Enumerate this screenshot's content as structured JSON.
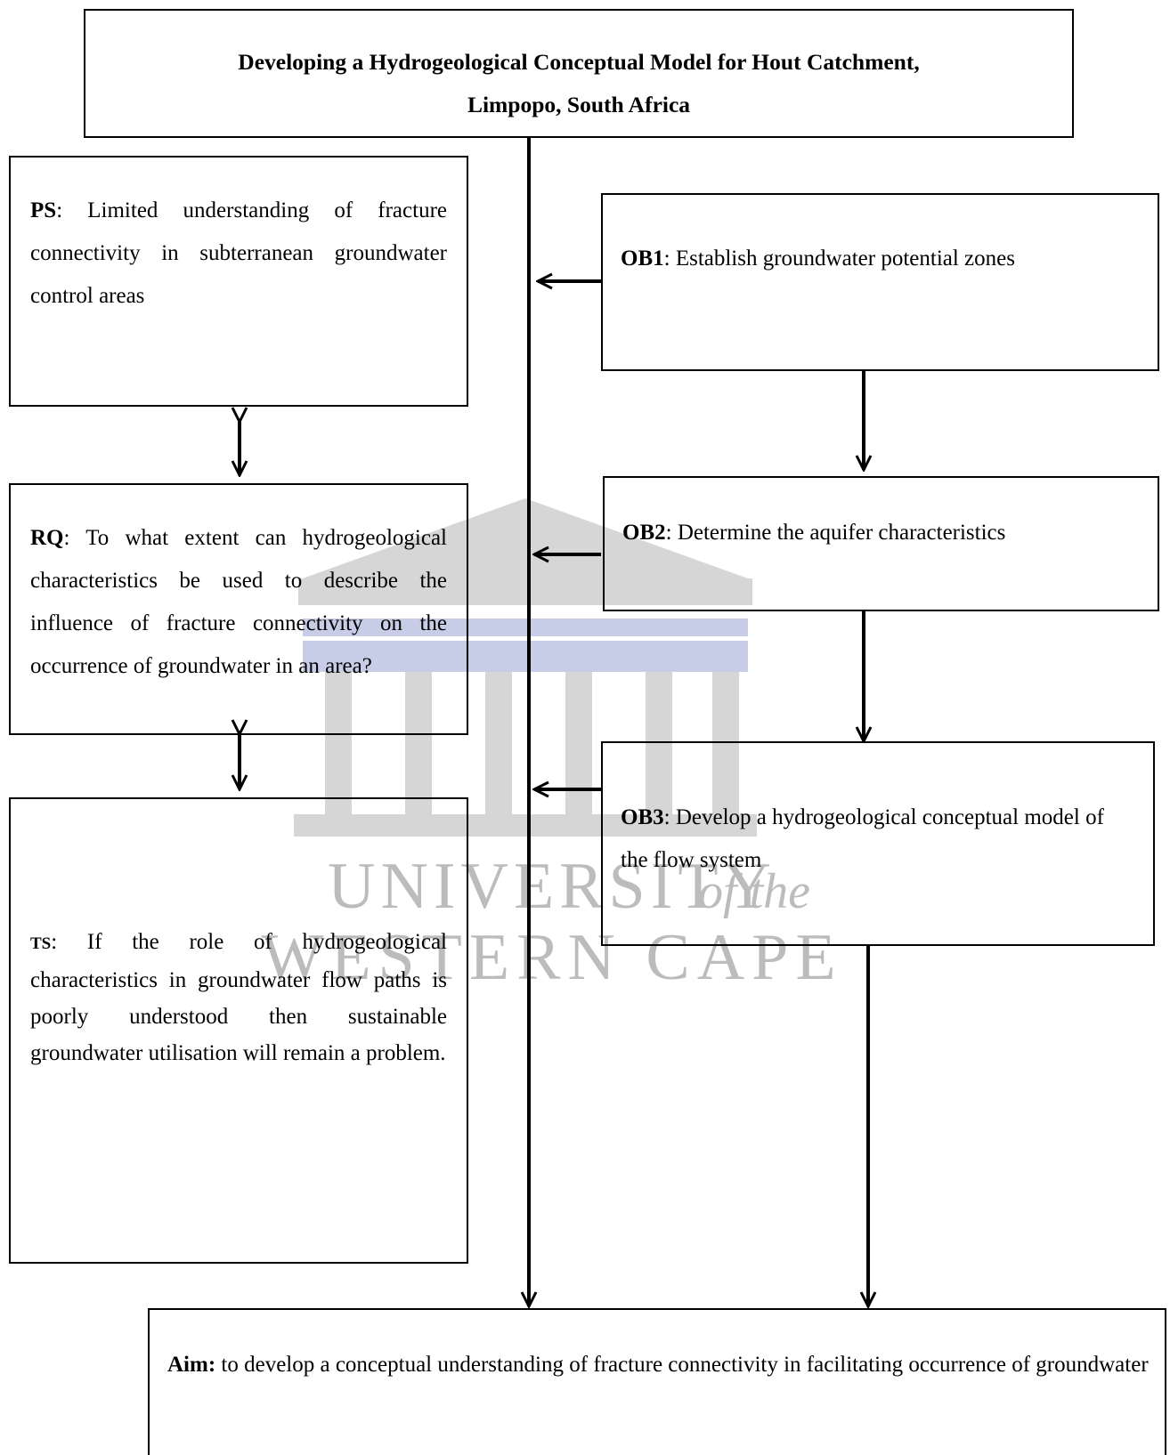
{
  "title": {
    "line1": "Developing a Hydrogeological Conceptual Model for Hout Catchment,",
    "line2": "Limpopo, South Africa"
  },
  "ps": {
    "label": "PS",
    "text": ": Limited understanding of fracture connectivity in subterranean groundwater control areas"
  },
  "rq": {
    "label": "RQ",
    "text": ": To what extent can hydrogeological characteristics be used to describe the influence of fracture connectivity on the occurrence of groundwater in an area?"
  },
  "ts": {
    "label": "TS",
    "text": ": If the role of hydrogeological characteristics in groundwater flow paths is poorly understood then sustainable groundwater utilisation will remain a problem."
  },
  "ob1": {
    "label": "OB1",
    "text": ": Establish groundwater potential zones"
  },
  "ob2": {
    "label": "OB2",
    "text": ": Determine the aquifer characteristics"
  },
  "ob3": {
    "label": "OB3",
    "text": ": Develop a hydrogeological conceptual model of the flow system"
  },
  "aim": {
    "label": "Aim:",
    "text": " to develop a conceptual understanding of fracture connectivity in facilitating occurrence of groundwater"
  },
  "watermark": {
    "line1": "UNIVERSITY",
    "line1b": "of the",
    "line2": "WESTERN CAPE",
    "color": "#b8b8b8",
    "accent": "#c7cde6"
  }
}
